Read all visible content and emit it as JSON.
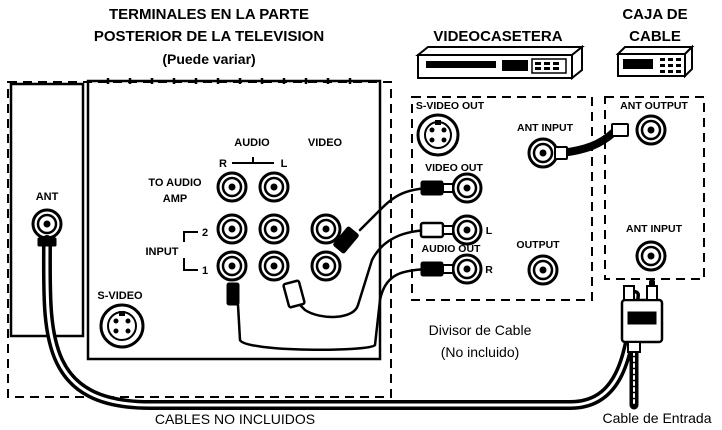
{
  "header": {
    "tv_title_line1": "TERMINALES EN LA PARTE",
    "tv_title_line2": "POSTERIOR DE LA TELEVISION",
    "tv_subtitle": "(Puede variar)",
    "vcr_title": "VIDEOCASETERA",
    "cable_box_title_line1": "CAJA DE",
    "cable_box_title_line2": "CABLE"
  },
  "tv_panel": {
    "ant": "ANT",
    "audio": "AUDIO",
    "video": "VIDEO",
    "r": "R",
    "l": "L",
    "to_audio_amp_line1": "TO AUDIO",
    "to_audio_amp_line2": "AMP",
    "input": "INPUT",
    "input_2": "2",
    "input_1": "1",
    "s_video": "S-VIDEO"
  },
  "vcr_panel": {
    "s_video_out": "S-VIDEO OUT",
    "ant_input": "ANT INPUT",
    "video_out": "VIDEO OUT",
    "audio_out": "AUDIO OUT",
    "l": "L",
    "r": "R",
    "output": "OUTPUT"
  },
  "cable_box_panel": {
    "ant_output": "ANT OUTPUT",
    "ant_input": "ANT INPUT"
  },
  "footer": {
    "splitter_line1": "Divisor de Cable",
    "splitter_line2": "(No incluido)",
    "cables_not_included": "CABLES NO INCLUIDOS",
    "cable_input": "Cable de Entrada"
  }
}
